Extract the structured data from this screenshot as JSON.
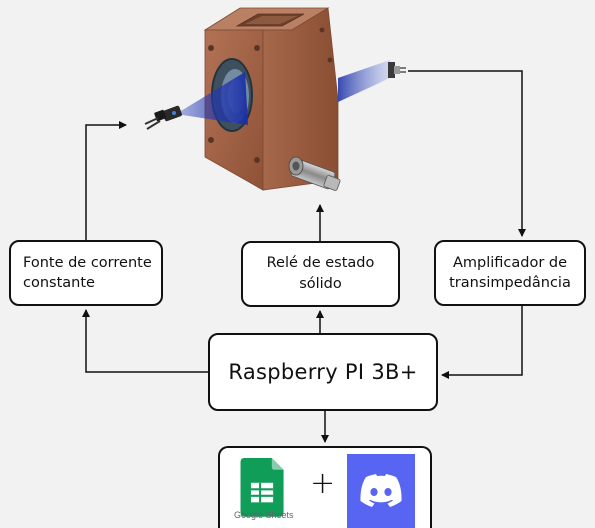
{
  "boxes": {
    "fonte": "Fonte de corrente\nconstante",
    "rele": "Relé de estado\nsólido",
    "amplificador": "Amplificador de\ntransimpedância",
    "raspberry": "Raspberry PI 3B+"
  },
  "apps": {
    "sheets_label": "Google Sheets",
    "plus": "+",
    "icons": [
      "google-sheets-icon",
      "discord-icon"
    ]
  },
  "colors": {
    "background": "#f2f2f2",
    "box_border": "#111111",
    "copper_block": "#a9674a",
    "laser_beam": "#1f33a8",
    "discord": "#5865f2",
    "sheets": "#0f9d58"
  }
}
